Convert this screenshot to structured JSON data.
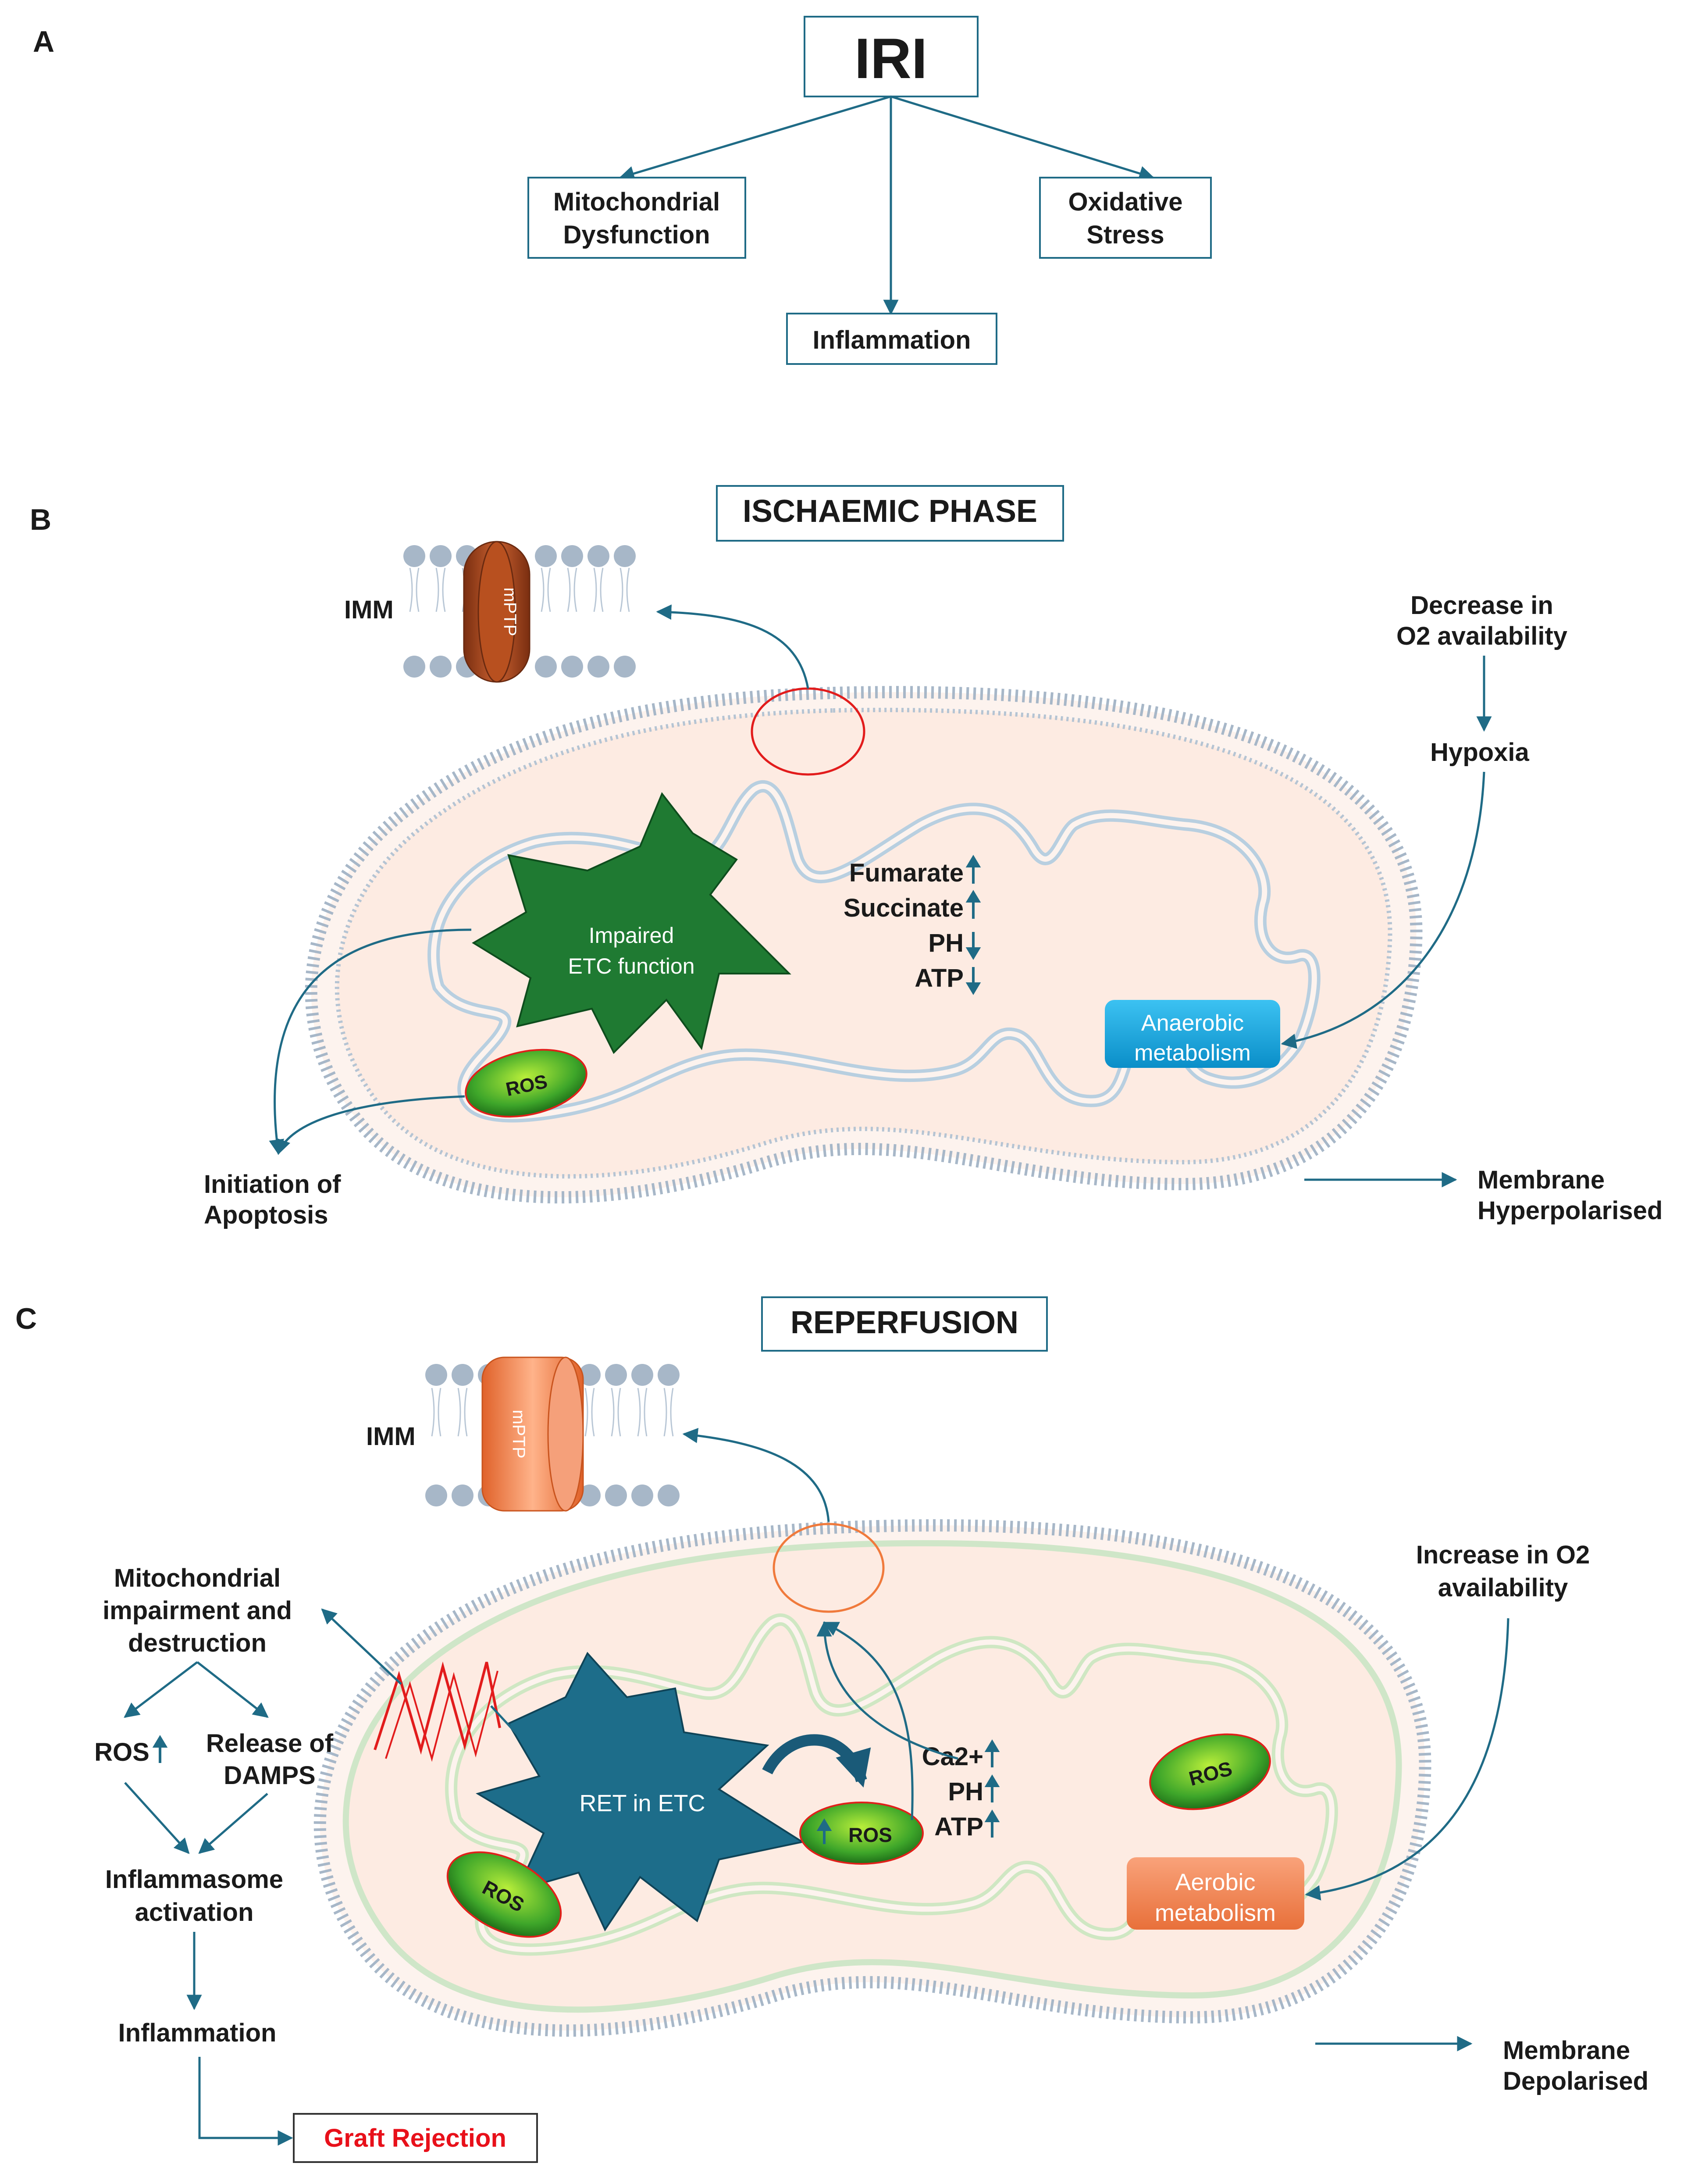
{
  "panel_a": {
    "letter": "A",
    "root": "IRI",
    "children": [
      {
        "lines": [
          "Mitochondrial",
          "Dysfunction"
        ]
      },
      {
        "lines": [
          "Inflammation"
        ]
      },
      {
        "lines": [
          "Oxidative",
          "Stress"
        ]
      }
    ]
  },
  "panel_b": {
    "letter": "B",
    "title": "ISCHAEMIC PHASE",
    "imm_label": "IMM",
    "pore_label": "mPTP",
    "etc_lines": [
      "Impaired",
      "ETC function"
    ],
    "ros_label": "ROS",
    "metabolites": [
      "Fumarate",
      "Succinate",
      "PH",
      "ATP"
    ],
    "metabolite_directions": [
      "up",
      "up",
      "down",
      "down"
    ],
    "metabolism_lines": [
      "Anaerobic",
      "metabolism"
    ],
    "o2_lines": [
      "Decrease in",
      "O2 availability"
    ],
    "hypoxia": "Hypoxia",
    "apoptosis_lines": [
      "Initiation of",
      "Apoptosis"
    ],
    "membrane_lines": [
      "Membrane",
      "Hyperpolarised"
    ]
  },
  "panel_c": {
    "letter": "C",
    "title": "REPERFUSION",
    "imm_label": "IMM",
    "pore_label": "mPTP",
    "etc_label": "RET in ETC",
    "ros_label": "ROS",
    "metabolites": [
      "Ca2+",
      "PH",
      "ATP"
    ],
    "metabolite_directions": [
      "up",
      "up",
      "up"
    ],
    "metabolism_lines": [
      "Aerobic",
      "metabolism"
    ],
    "o2_lines": [
      "Increase in O2",
      "availability"
    ],
    "impairment_lines": [
      "Mitochondrial",
      "impairment and",
      "destruction"
    ],
    "ros_up": "ROS",
    "damps_lines": [
      "Release of",
      "DAMPS"
    ],
    "inflammasome_lines": [
      "Inflammasome",
      "activation"
    ],
    "inflammation": "Inflammation",
    "graft": "Graft Rejection",
    "membrane_lines": [
      "Membrane",
      "Depolarised"
    ]
  },
  "colors": {
    "arrow": "#1f6b86",
    "box_border": "#1f6b86",
    "graft_text": "#e8101a",
    "ischaemic_pore": "#a8441a",
    "reperfusion_pore": "#f07a3c",
    "etc_ischaemic": "#1f7a32",
    "etc_reperfusion": "#1d6d8a",
    "anaerobic_box": "#1aa9e0",
    "aerobic_box": "#f08a50",
    "ros_fill": "#3ea62a"
  }
}
